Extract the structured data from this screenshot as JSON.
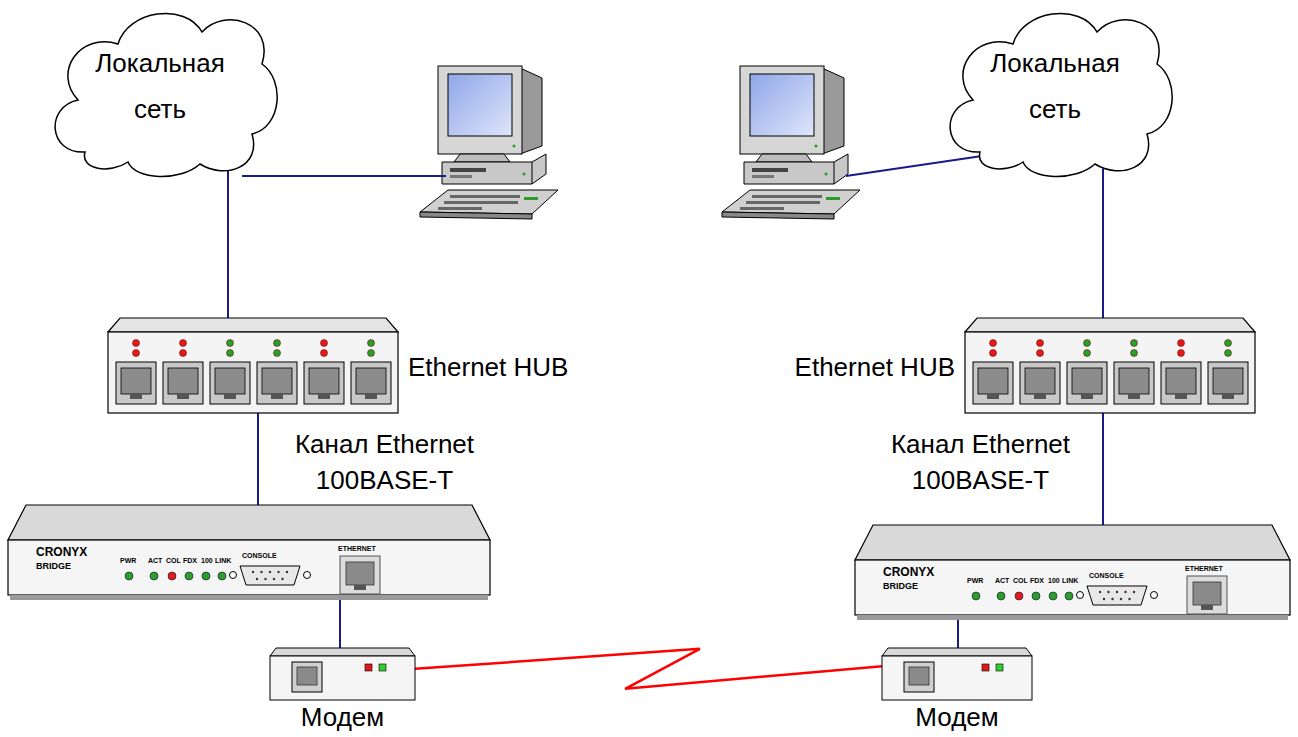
{
  "diagram": {
    "nodes": [
      {
        "text": [
          "Локальная сеть"
        ]
      },
      {
        "text": [
          "Локальная сеть"
        ]
      },
      {
        "text": [
          "Ethernet HUB"
        ]
      },
      {
        "text": [
          "Ethernet HUB"
        ]
      },
      {
        "text": [
          "CRONYX",
          "BRIDGE",
          "PWR",
          "ACT",
          "COL",
          "FDX",
          "100",
          "LINK",
          "CONSOLE",
          "ETHERNET"
        ]
      },
      {
        "text": [
          "CRONYX",
          "BRIDGE",
          "PWR",
          "ACT",
          "COL",
          "FDX",
          "100",
          "LINK",
          "CONSOLE",
          "ETHERNET"
        ]
      },
      {
        "text": [
          "Модем"
        ]
      },
      {
        "text": [
          "Модем"
        ]
      }
    ],
    "edges": [
      {
        "from": 0,
        "to": 2,
        "arrow": "none"
      },
      {
        "from": 2,
        "to": 4,
        "label": "Канал Ethernet 100BASE-T",
        "arrow": "none"
      },
      {
        "from": 4,
        "to": 6,
        "arrow": "none"
      },
      {
        "from": 1,
        "to": 3,
        "arrow": "none"
      },
      {
        "from": 3,
        "to": 5,
        "label": "Канал Ethernet 100BASE-T",
        "arrow": "none"
      },
      {
        "from": 5,
        "to": 7,
        "arrow": "none"
      },
      {
        "from": 6,
        "to": 7,
        "arrow": "none"
      }
    ]
  }
}
